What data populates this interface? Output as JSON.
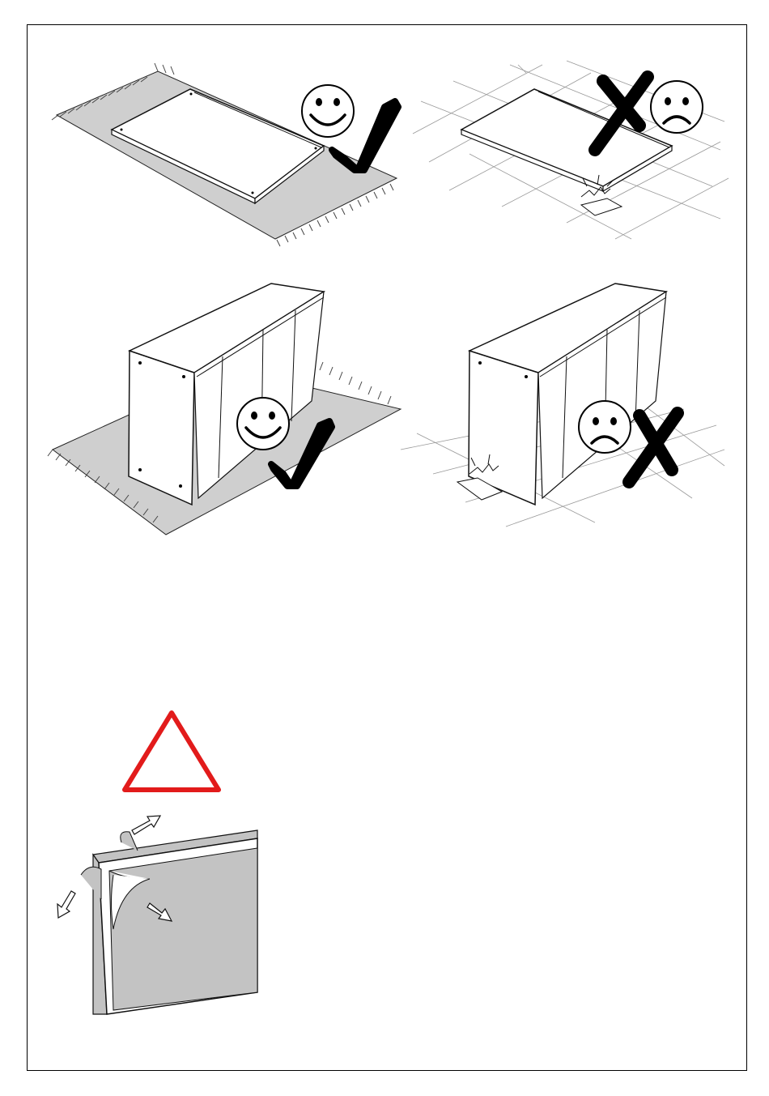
{
  "document": {
    "type": "assembly-instruction-page",
    "panels": [
      {
        "id": "panel-top-left",
        "verdict": "correct",
        "icon": "smiley-face-icon",
        "mark": "checkmark-icon",
        "surface": "rug"
      },
      {
        "id": "panel-top-right",
        "verdict": "incorrect",
        "icon": "sad-face-icon",
        "mark": "cross-icon",
        "surface": "tiled-floor"
      },
      {
        "id": "panel-mid-left",
        "verdict": "correct",
        "icon": "smiley-face-icon",
        "mark": "checkmark-icon",
        "surface": "rug"
      },
      {
        "id": "panel-mid-right",
        "verdict": "incorrect",
        "icon": "sad-face-icon",
        "mark": "cross-icon",
        "surface": "tiled-floor"
      },
      {
        "id": "panel-warning",
        "icon": "warning-triangle-icon",
        "action": "remove-protective-film"
      }
    ],
    "colors": {
      "warning_red": "#e21b1b",
      "rug_gray": "#cfcfcf",
      "film_gray": "#c3c3c3",
      "ink": "#000000"
    }
  }
}
